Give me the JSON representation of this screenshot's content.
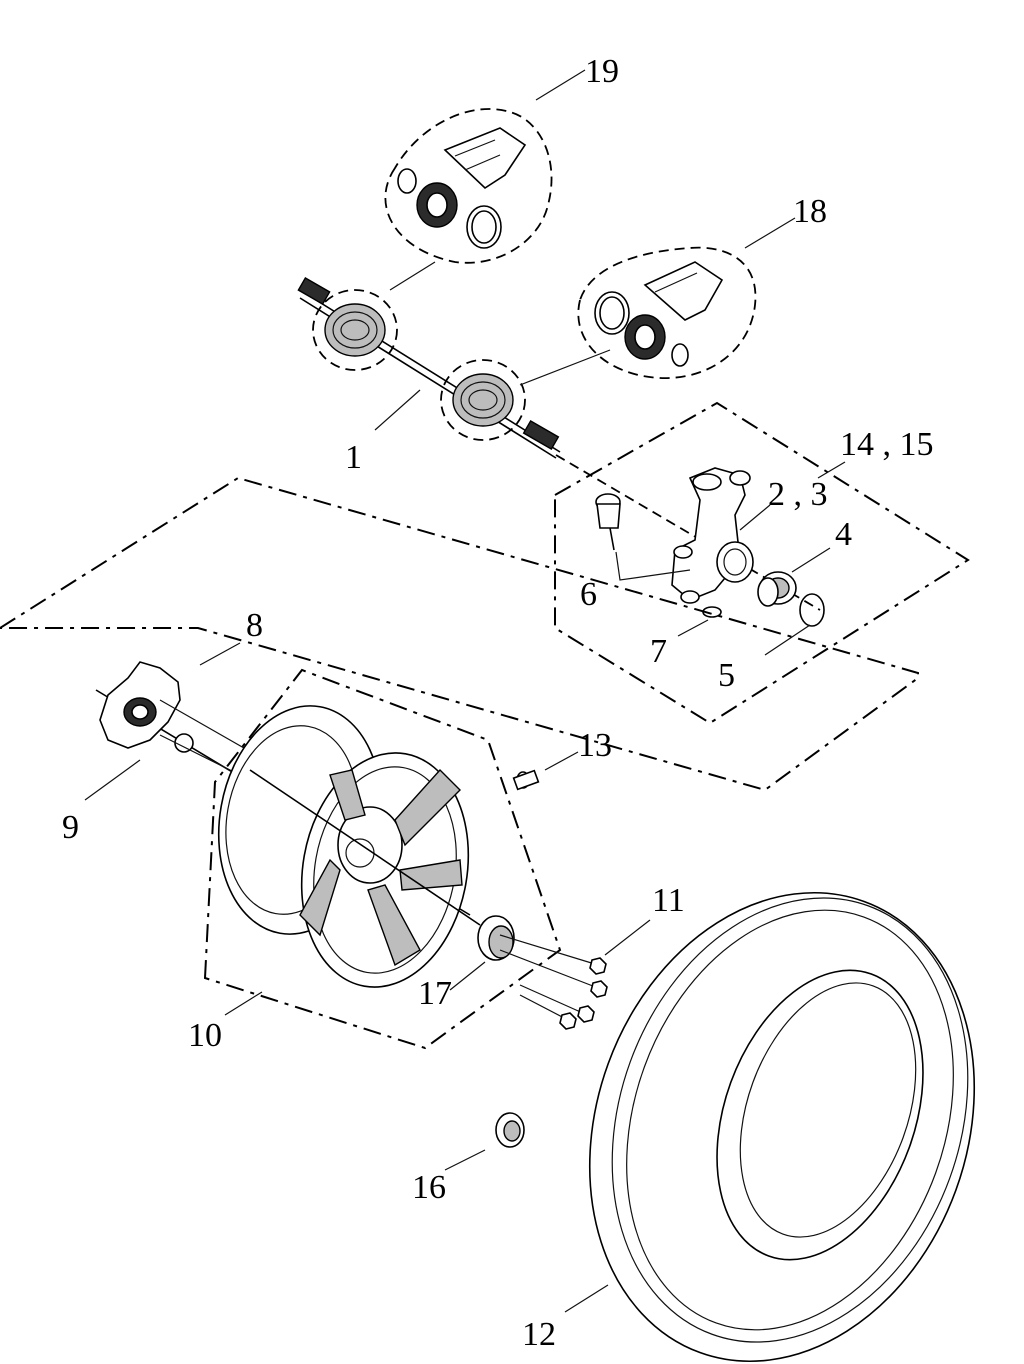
{
  "labels": {
    "p1": "1",
    "p2_3": "2 , 3",
    "p4": "4",
    "p5": "5",
    "p6": "6",
    "p7": "7",
    "p8": "8",
    "p9": "9",
    "p10": "10",
    "p11": "11",
    "p12": "12",
    "p13": "13",
    "p14_15": "14 , 15",
    "p16": "16",
    "p17": "17",
    "p18": "18",
    "p19": "19"
  }
}
